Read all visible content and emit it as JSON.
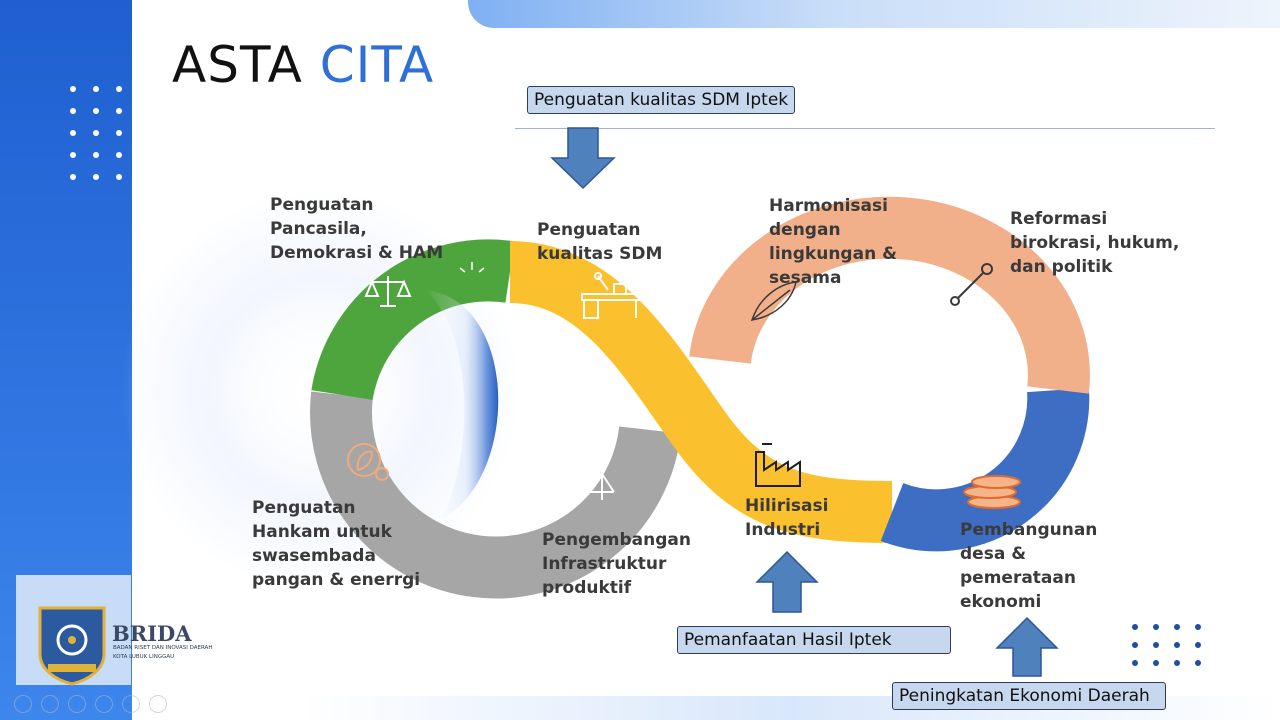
{
  "title": {
    "part1": "ASTA",
    "part2": "CITA"
  },
  "callouts": {
    "top": "Penguatan kualitas SDM Iptek",
    "middle": "Pemanfaatan Hasil Iptek",
    "bottom": "Peningkatan Ekonomi Daerah"
  },
  "segments": [
    {
      "label": "Penguatan\nPancasila,\nDemokrasi & HAM",
      "color": "#4ea53e",
      "icon": "scales-icon"
    },
    {
      "label": "Penguatan\nkualitas SDM",
      "color": "#fbc02d",
      "icon": "desk-icon"
    },
    {
      "label": "Harmonisasi\ndengan\nlingkungan &\nsesama",
      "color": "#f2b08a",
      "icon": "feather-icon"
    },
    {
      "label": "Reformasi\nbirokrasi, hukum,\ndan politik",
      "color": "#f2b08a",
      "icon": "wrench-icon"
    },
    {
      "label": "Pembangunan\ndesa &\npemerataan\nekonomi",
      "color": "#3d6ec4",
      "icon": "coins-icon"
    },
    {
      "label": "Hilirisasi\nIndustri",
      "color": "#fbc02d",
      "icon": "factory-icon"
    },
    {
      "label": "Pengembangan\nInfrastruktur\nproduktif",
      "color": "#a6a6a6",
      "icon": "bridge-icon"
    },
    {
      "label": "Penguatan\nHankam untuk\nswasembada\npangan & enerrgi",
      "color": "#a6a6a6",
      "icon": "plant-icon"
    }
  ],
  "logo": {
    "name": "BRIDA",
    "subtitle1": "BADAN RISET DAN INOVASI DAERAH",
    "subtitle2": "KOTA LUBUK LINGGAU"
  },
  "colors": {
    "accent": "#2f6fd6",
    "arrow": "#4f81bd",
    "sidebar": "#2f74e0"
  }
}
